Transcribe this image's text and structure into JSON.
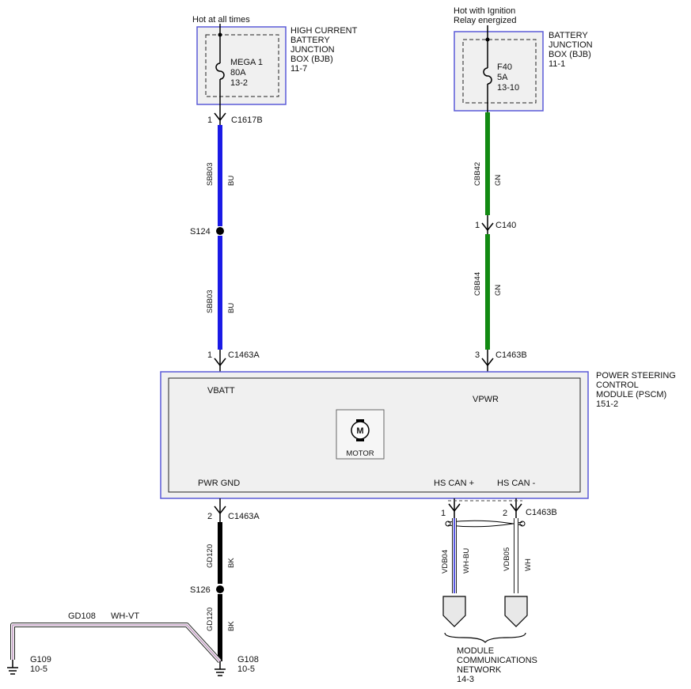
{
  "colors": {
    "wire_blue": "#1a1ae6",
    "wire_green": "#128a12",
    "wire_black": "#000000",
    "wire_white": "#ffffff",
    "stripe_blue": "#2b2bd8",
    "stripe_violet": "#c8a6c8",
    "box_border": "#5a5ad8",
    "box_fill": "#f0f0f0"
  },
  "captions": {
    "hot_at_all_times": "Hot at all times",
    "hot_ignition_1": "Hot with Ignition",
    "hot_ignition_2": "Relay energized"
  },
  "hcbjb": {
    "lines": [
      "HIGH CURRENT",
      "BATTERY",
      "JUNCTION",
      "BOX (BJB)",
      "11-7"
    ],
    "fuse": [
      "MEGA 1",
      "80A",
      "13-2"
    ]
  },
  "bjb": {
    "lines": [
      "BATTERY",
      "JUNCTION",
      "BOX (BJB)",
      "11-1"
    ],
    "fuse": [
      "F40",
      "5A",
      "13-10"
    ]
  },
  "pscm": {
    "lines": [
      "POWER STEERING",
      "CONTROL",
      "MODULE (PSCM)",
      "151-2"
    ],
    "vbatt": "VBATT",
    "vpwr": "VPWR",
    "pwr_gnd": "PWR GND",
    "hs_can_plus": "HS CAN +",
    "hs_can_minus": "HS CAN -",
    "motor": "MOTOR",
    "motor_symbol": "M"
  },
  "connectors": {
    "c1617b": {
      "pin": "1",
      "name": "C1617B"
    },
    "c140": {
      "pin": "1",
      "name": "C140"
    },
    "c1463a_top": {
      "pin": "1",
      "name": "C1463A"
    },
    "c1463b_top": {
      "pin": "3",
      "name": "C1463B"
    },
    "c1463a_bottom": {
      "pin": "2",
      "name": "C1463A"
    },
    "c1463b_bottom": {
      "pin_left": "1",
      "pin_right": "2",
      "name": "C1463B"
    }
  },
  "wires": {
    "sbb03_upper": {
      "circuit": "SBB03",
      "color": "BU"
    },
    "sbb03_lower": {
      "circuit": "SBB03",
      "color": "BU"
    },
    "cbb42": {
      "circuit": "CBB42",
      "color": "GN"
    },
    "cbb44": {
      "circuit": "CBB44",
      "color": "GN"
    },
    "gd120_upper": {
      "circuit": "GD120",
      "color": "BK"
    },
    "gd120_lower": {
      "circuit": "GD120",
      "color": "BK"
    },
    "vdb04": {
      "circuit": "VDB04",
      "color": "WH-BU"
    },
    "vdb05": {
      "circuit": "VDB05",
      "color": "WH"
    },
    "gd108": {
      "circuit": "GD108",
      "color": "WH-VT"
    }
  },
  "splices": {
    "s124": "S124",
    "s126": "S126"
  },
  "grounds": {
    "g109": {
      "name": "G109",
      "ref": "10-5"
    },
    "g108": {
      "name": "G108",
      "ref": "10-5"
    }
  },
  "network": {
    "lines": [
      "MODULE",
      "COMMUNICATIONS",
      "NETWORK",
      "14-3"
    ]
  }
}
